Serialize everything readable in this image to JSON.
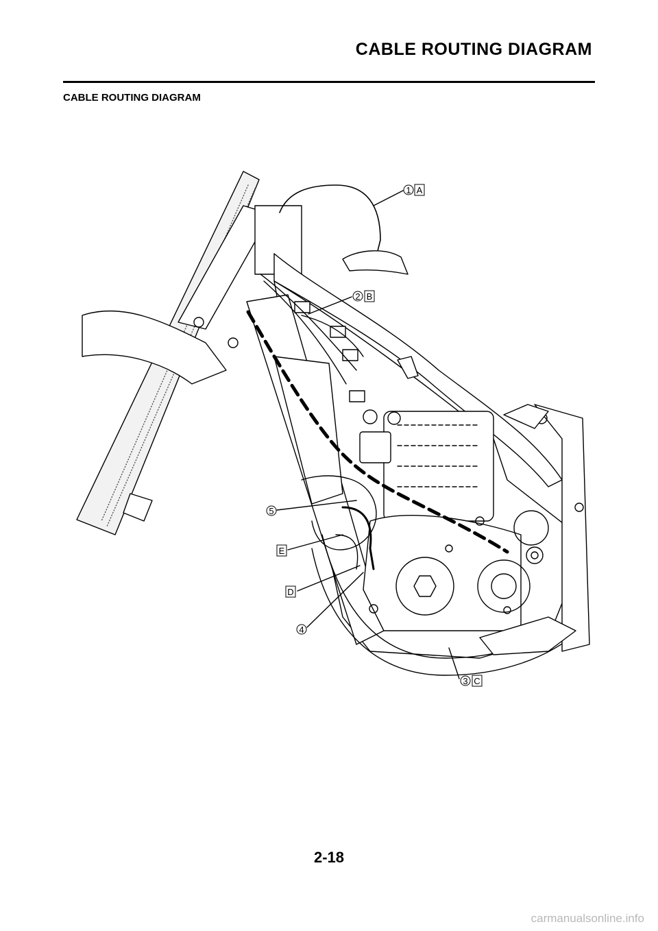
{
  "header": {
    "title": "CABLE ROUTING DIAGRAM"
  },
  "section": {
    "title": "CABLE ROUTING DIAGRAM"
  },
  "diagram": {
    "callouts": [
      {
        "number": "1",
        "letter": "A"
      },
      {
        "number": "2",
        "letter": "B"
      },
      {
        "number": "3",
        "letter": "C"
      },
      {
        "number": "4",
        "letter": ""
      },
      {
        "number": "5",
        "letter": ""
      },
      {
        "number": "",
        "letter": "D"
      },
      {
        "number": "",
        "letter": "E"
      }
    ]
  },
  "footer": {
    "page_number": "2-18",
    "watermark": "carmanualsonline.info"
  }
}
